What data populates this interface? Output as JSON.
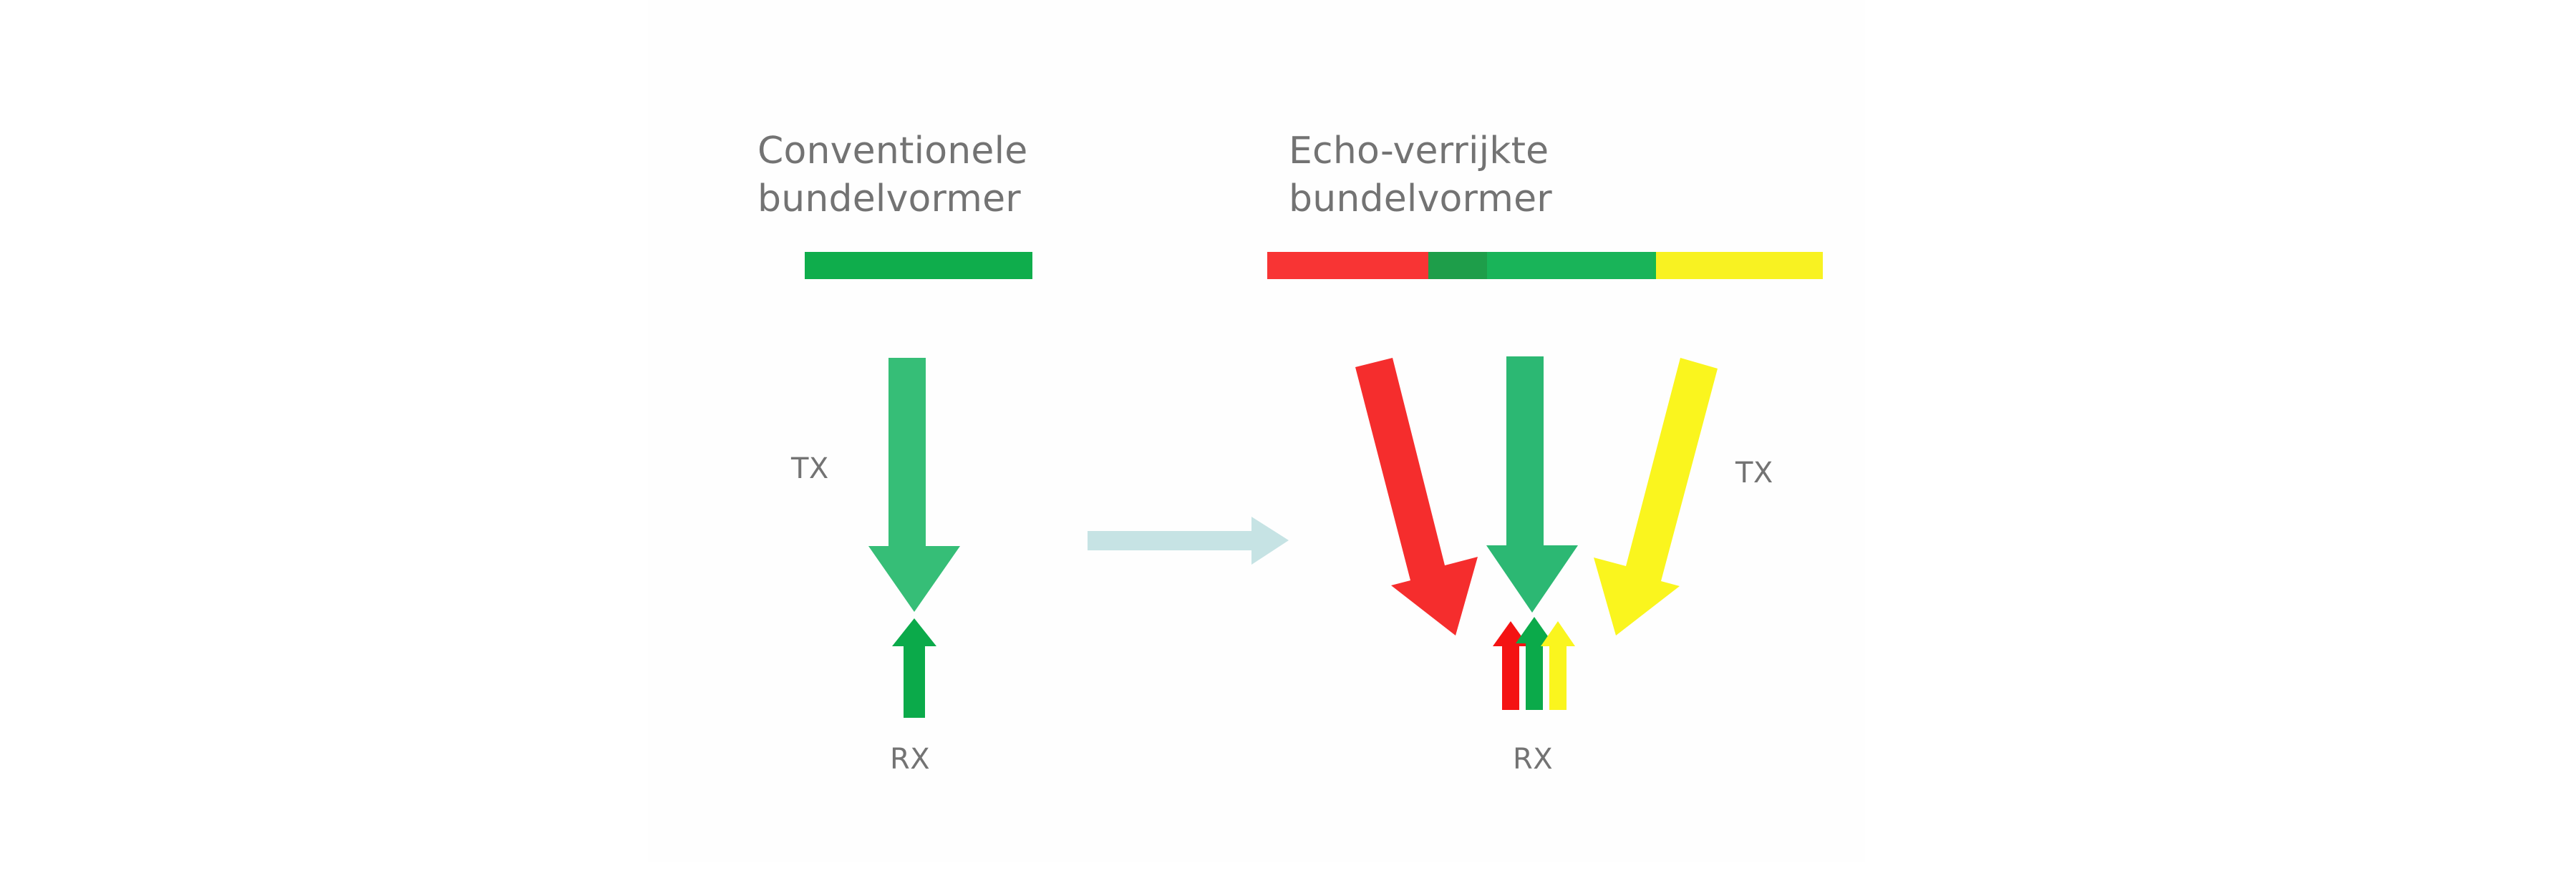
{
  "figure": {
    "kind": "comparison-diagram",
    "background_color": "#ffffff",
    "canvas_color": "#fefefe",
    "label_color": "#737373"
  },
  "panels": {
    "left": {
      "title": "Conventionele\nbundelvormer",
      "title_line1": "Conventionele",
      "title_line2": "bundelvormer",
      "aperture_bar": {
        "segments": [
          {
            "name": "green",
            "color": "#0FAD4C",
            "fraction": 1.0
          }
        ]
      },
      "tx_label": "TX",
      "rx_label": "RX",
      "tx_beams": [
        {
          "name": "tx-beam-green",
          "color": "#36BE77",
          "angle_deg": 0
        }
      ],
      "rx_beams": [
        {
          "name": "rx-beam-green",
          "color": "#0BAA4A"
        }
      ]
    },
    "right": {
      "title": "Echo-verrijkte\nbundelvormer",
      "title_line1": "Echo-verrijkte",
      "title_line2": "bundelvormer",
      "aperture_bar": {
        "segments": [
          {
            "name": "red",
            "color": "#F83434",
            "fraction": 0.29
          },
          {
            "name": "dark-green",
            "color": "#1E9E4A",
            "fraction": 0.105
          },
          {
            "name": "medium-green",
            "color": "#19B459",
            "fraction": 0.3
          },
          {
            "name": "bright-green",
            "color": "#16B84F",
            "fraction": 0.005
          },
          {
            "name": "yellow",
            "color": "#F8F222",
            "fraction": 0.3
          }
        ]
      },
      "tx_label": "TX",
      "rx_label": "RX",
      "tx_beams": [
        {
          "name": "tx-beam-red",
          "color": "#F52D2D",
          "angle_deg": 20
        },
        {
          "name": "tx-beam-green",
          "color": "#2CB873",
          "angle_deg": 0
        },
        {
          "name": "tx-beam-yellow",
          "color": "#FAF51E",
          "angle_deg": -20
        }
      ],
      "rx_beams": [
        {
          "name": "rx-beam-red",
          "color": "#F41313"
        },
        {
          "name": "rx-beam-green",
          "color": "#0BAA4A"
        },
        {
          "name": "rx-beam-yellow",
          "color": "#FAF51E"
        }
      ]
    }
  },
  "transition": {
    "name": "transition-arrow",
    "direction": "right",
    "color": "#C6E3E4"
  },
  "colors": {
    "green_bar": "#0FAD4C",
    "green_tx": "#36BE77",
    "green_rx": "#0BAA4A",
    "red": "#F52D2D",
    "yellow": "#FAF51E",
    "dark_green": "#1E9E4A",
    "teal_arrow": "#C6E3E4",
    "text_gray": "#737373"
  }
}
